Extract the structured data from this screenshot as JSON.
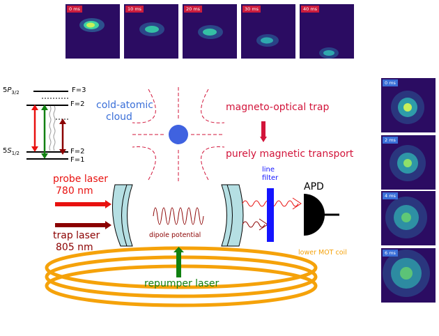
{
  "colors": {
    "red_label": "#d2143a",
    "blue_label": "#3a6fd8",
    "orange_coil": "#f5a20a",
    "green": "#118011",
    "probe_red": "#e8110f",
    "trap_darkred": "#8b0000",
    "mirror_fill": "#b5dfe3",
    "filter_blue": "#1414ff",
    "top_tag": "#cc1d3d",
    "side_tag": "#3a6fd8",
    "panel_bg": "#2b0c62"
  },
  "top_panels": [
    {
      "label": "0 ms"
    },
    {
      "label": "10 ms"
    },
    {
      "label": "20 ms"
    },
    {
      "label": "30 ms"
    },
    {
      "label": "40 ms"
    }
  ],
  "side_panels": [
    {
      "label": "0 ms"
    },
    {
      "label": "2 ms"
    },
    {
      "label": "4 ms"
    },
    {
      "label": "6 ms"
    }
  ],
  "level_diagram": {
    "p_state_prefix": "5",
    "p_state_symbol": "P",
    "p_state_sub": "3/2",
    "s_state_prefix": "5",
    "s_state_symbol": "S",
    "s_state_sub": "1/2",
    "f3": "F=3",
    "f2_upper": "F=2",
    "f2_lower": "F=2",
    "f1": "F=1"
  },
  "labels": {
    "cloud_line1": "cold-atomic",
    "cloud_line2": "cloud",
    "mot": "magneto-optical trap",
    "transport": "purely magnetic transport",
    "line_filter_1": "line",
    "line_filter_2": "filter",
    "apd": "APD",
    "probe_line1": "probe laser",
    "probe_line2": "780 nm",
    "trap_line1": "trap laser",
    "trap_line2": "805 nm",
    "dipole": "dipole potential",
    "lower_coil": "lower MOT coil",
    "repumper": "repumper laser"
  }
}
